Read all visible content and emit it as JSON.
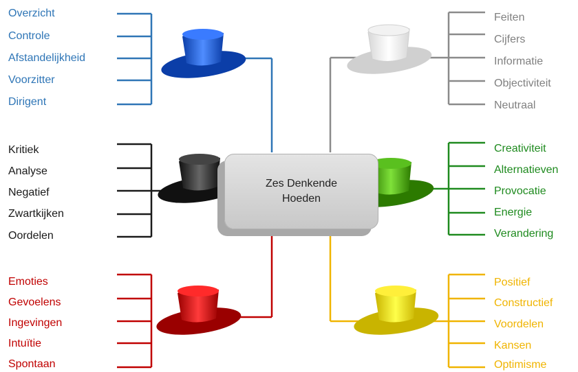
{
  "center": {
    "line1": "Zes Denkende",
    "line2": "Hoeden"
  },
  "groups": {
    "blue": {
      "color": "#2e75b6",
      "items": [
        "Overzicht",
        "Controle",
        "Afstandelijkheid",
        "Voorzitter",
        "Dirigent"
      ]
    },
    "black": {
      "color": "#1a1a1a",
      "items": [
        "Kritiek",
        "Analyse",
        "Negatief",
        "Zwartkijken",
        "Oordelen"
      ]
    },
    "red": {
      "color": "#c00000",
      "items": [
        "Emoties",
        "Gevoelens",
        "Ingevingen",
        "Intuïtie",
        "Spontaan"
      ]
    },
    "white": {
      "color": "#808080",
      "items": [
        "Feiten",
        "Cijfers",
        "Informatie",
        "Objectiviteit",
        "Neutraal"
      ]
    },
    "green": {
      "color": "#1e8a1e",
      "items": [
        "Creativiteit",
        "Alternatieven",
        "Provocatie",
        "Energie",
        "Verandering"
      ]
    },
    "yellow": {
      "color": "#f0b400",
      "items": [
        "Positief",
        "Constructief",
        "Voordelen",
        "Kansen",
        "Optimisme"
      ]
    }
  },
  "hats": {
    "blue": "blue-hat-icon",
    "black": "black-hat-icon",
    "red": "red-hat-icon",
    "white": "white-hat-icon",
    "green": "green-hat-icon",
    "yellow": "yellow-hat-icon"
  }
}
